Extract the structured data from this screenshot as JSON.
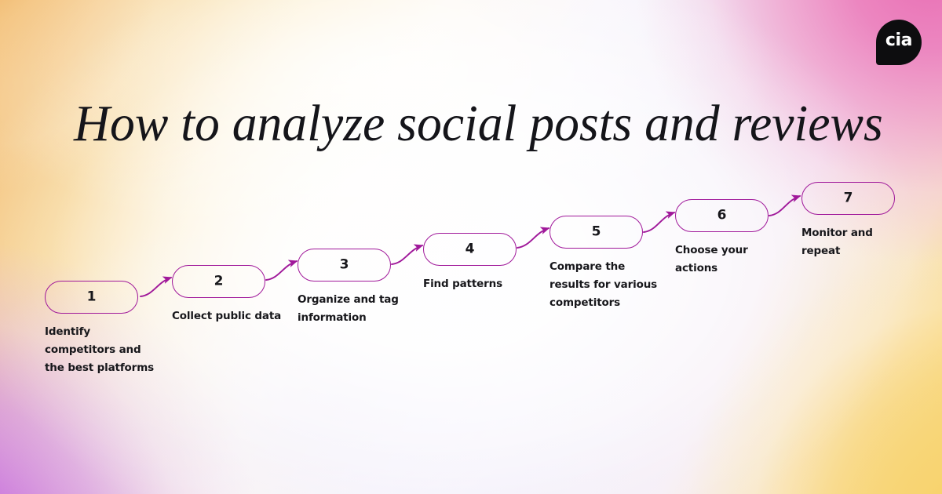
{
  "page": {
    "title": "How to analyze social posts and reviews",
    "background": {
      "top_left": "#F2B971",
      "top_right": "#E96FB4",
      "bottom_left": "#C86ED8",
      "bottom_right": "#F8D263",
      "center": "#FFFFFF"
    }
  },
  "logo": {
    "name": "cia-logo",
    "text": "cia",
    "shape": "speech-bubble",
    "background_color": "#0D0D0F",
    "text_color": "#FFFFFF"
  },
  "diagram": {
    "type": "staircase-process-flow",
    "accent_color": "#A0189A",
    "text_color": "#17171B",
    "step_count": 7,
    "steps": [
      {
        "number": "1",
        "label": "Identify\ncompetitors and\nthe best platforms"
      },
      {
        "number": "2",
        "label": "Collect public data"
      },
      {
        "number": "3",
        "label": "Organize and tag\ninformation"
      },
      {
        "number": "4",
        "label": "Find patterns"
      },
      {
        "number": "5",
        "label": "Compare the\nresults for various\ncompetitors"
      },
      {
        "number": "6",
        "label": "Choose your\nactions"
      },
      {
        "number": "7",
        "label": "Monitor and\nrepeat"
      }
    ]
  }
}
